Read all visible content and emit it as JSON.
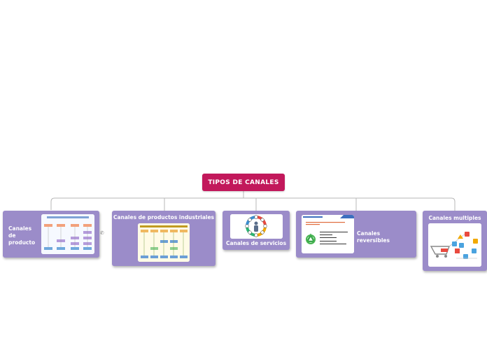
{
  "root": {
    "title": "TIPOS DE CANALES"
  },
  "branches": [
    {
      "id": "producto",
      "label": "Canales de producto",
      "image": "chart-thumbnail-consumer-channels"
    },
    {
      "id": "industriales",
      "label": "Canales de productos industriales",
      "image": "chart-thumbnail-industrial-channels"
    },
    {
      "id": "servicios",
      "label": "Canales de servicios",
      "image": "people-cycle-icon"
    },
    {
      "id": "reversibles",
      "label": "Canales reversibles",
      "image": "recycle-slide-thumbnail"
    },
    {
      "id": "multiples",
      "label": "Canales multiples",
      "image": "multichannel-illustration"
    }
  ],
  "colors": {
    "root": "#c2185b",
    "branch": "#9b8cc9",
    "connector": "#b7b7b7"
  }
}
